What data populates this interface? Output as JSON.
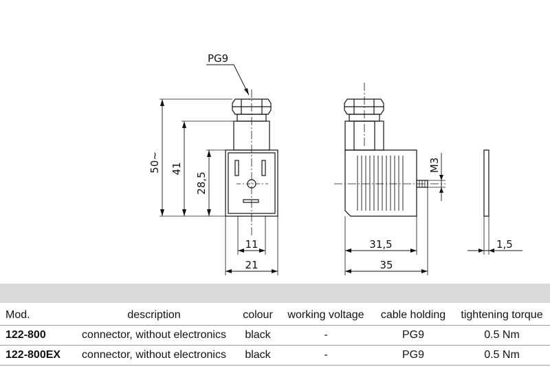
{
  "drawing": {
    "callouts": {
      "thread": "PG9",
      "height_total": "50~",
      "height_41": "41",
      "height_28_5": "28,5",
      "width_11": "11",
      "width_21": "21",
      "thread_m3": "M3",
      "depth_31_5": "31,5",
      "depth_35": "35",
      "gasket_1_5": "1,5"
    }
  },
  "table": {
    "headers": [
      "Mod.",
      "description",
      "colour",
      "working voltage",
      "cable holding",
      "tightening torque"
    ],
    "rows": [
      {
        "model": "122-800",
        "description": "connector, without electronics",
        "colour": "black",
        "voltage": "-",
        "cable": "PG9",
        "torque": "0.5 Nm"
      },
      {
        "model": "122-800EX",
        "description": "connector, without electronics",
        "colour": "black",
        "voltage": "-",
        "cable": "PG9",
        "torque": "0.5 Nm"
      }
    ]
  }
}
